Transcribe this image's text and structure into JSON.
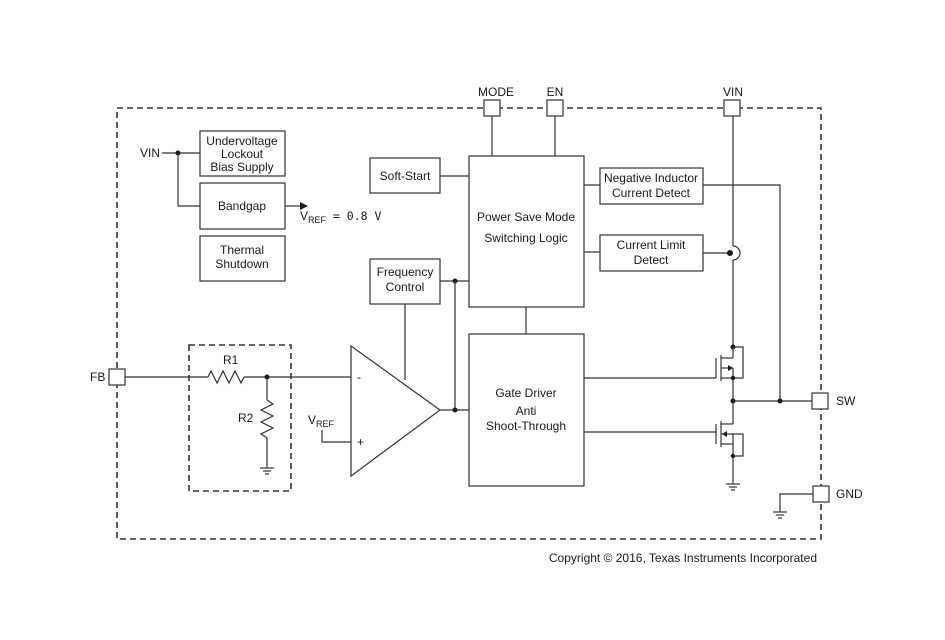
{
  "pins": {
    "mode": "MODE",
    "en": "EN",
    "vin_top": "VIN",
    "fb": "FB",
    "sw": "SW",
    "gnd": "GND"
  },
  "blocks": {
    "vin_left": "VIN",
    "uvlo": [
      "Undervoltage",
      "Lockout",
      "Bias Supply"
    ],
    "bandgap": "Bandgap",
    "vref_out": {
      "v": "V",
      "sub": "REF",
      "rest": " = 0.8 V"
    },
    "thermal": [
      "Thermal",
      "Shutdown"
    ],
    "soft_start": "Soft-Start",
    "logic": [
      "Power Save Mode",
      "Switching Logic"
    ],
    "neg_inductor": [
      "Negative Inductor",
      "Current Detect"
    ],
    "current_limit": [
      "Current Limit",
      "Detect"
    ],
    "freq_control": [
      "Frequency",
      "Control"
    ],
    "gate_driver": [
      "Gate Driver",
      "Anti",
      "Shoot-Through"
    ],
    "r1": "R1",
    "r2": "R2",
    "vref_in": {
      "v": "V",
      "sub": "REF"
    },
    "minus": "-",
    "plus": "+"
  },
  "copyright": "Copyright © 2016, Texas Instruments Incorporated"
}
